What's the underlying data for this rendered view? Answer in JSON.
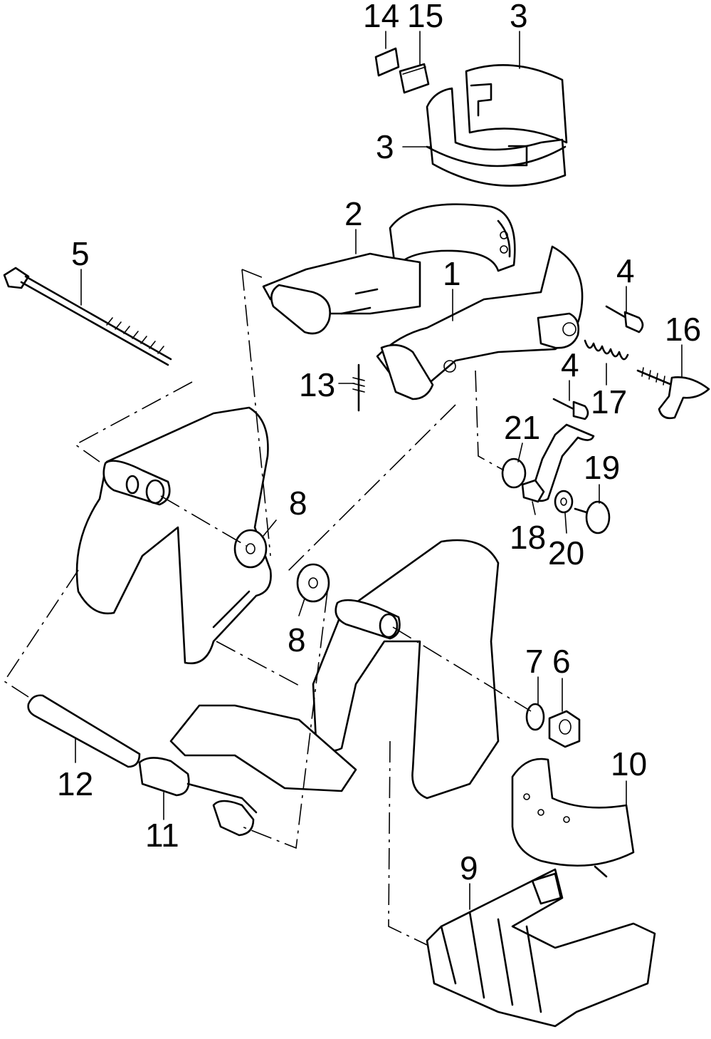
{
  "diagram": {
    "callouts": [
      "14",
      "15",
      "3",
      "3",
      "2",
      "5",
      "1",
      "4",
      "16",
      "13",
      "4",
      "17",
      "21",
      "19",
      "8",
      "18",
      "20",
      "8",
      "7",
      "6",
      "10",
      "12",
      "11",
      "9"
    ]
  }
}
